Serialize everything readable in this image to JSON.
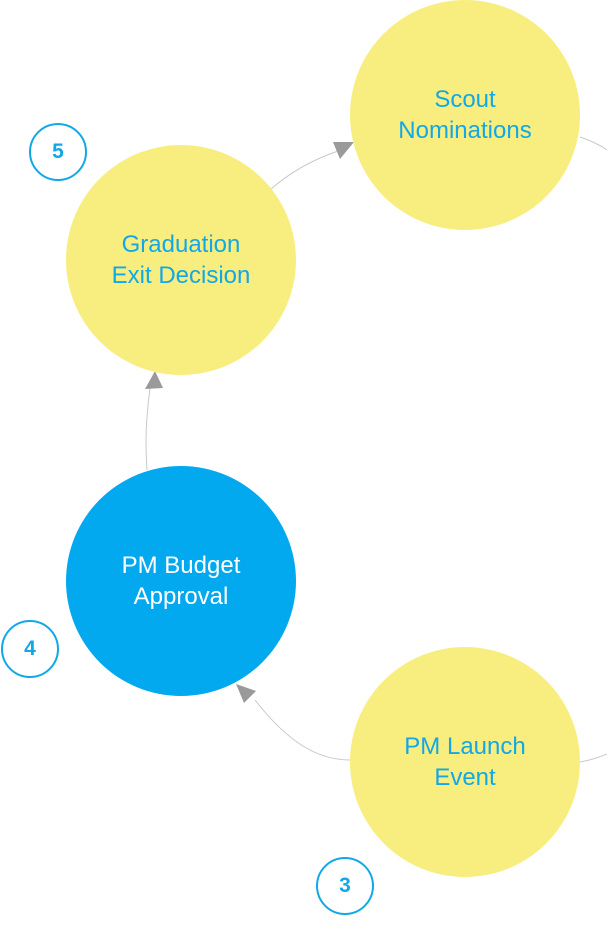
{
  "colors": {
    "pending_node": "#f8ee80",
    "active_node": "#03a9ef",
    "node_text": "#12a8e6",
    "active_node_text": "#ffffff",
    "connector": "#c8c8c8",
    "arrowhead": "#9a9a9a"
  },
  "nodes": [
    {
      "id": "scout-nominations",
      "lines": [
        "Scout",
        "Nominations"
      ],
      "state": "pending"
    },
    {
      "id": "graduation-exit-decision",
      "lines": [
        "Graduation",
        "Exit Decision"
      ],
      "state": "pending"
    },
    {
      "id": "pm-budget-approval",
      "lines": [
        "PM Budget",
        "Approval"
      ],
      "state": "active"
    },
    {
      "id": "pm-launch-event",
      "lines": [
        "PM Launch",
        "Event"
      ],
      "state": "pending"
    }
  ],
  "badges": [
    {
      "id": "step-5",
      "label": "5"
    },
    {
      "id": "step-4",
      "label": "4"
    },
    {
      "id": "step-3",
      "label": "3"
    }
  ],
  "connectors": [
    {
      "from": "pm-launch-event",
      "to": "pm-budget-approval",
      "arrow": true
    },
    {
      "from": "pm-budget-approval",
      "to": "graduation-exit-decision",
      "arrow": true
    },
    {
      "from": "graduation-exit-decision",
      "to": "scout-nominations",
      "arrow": true
    }
  ]
}
